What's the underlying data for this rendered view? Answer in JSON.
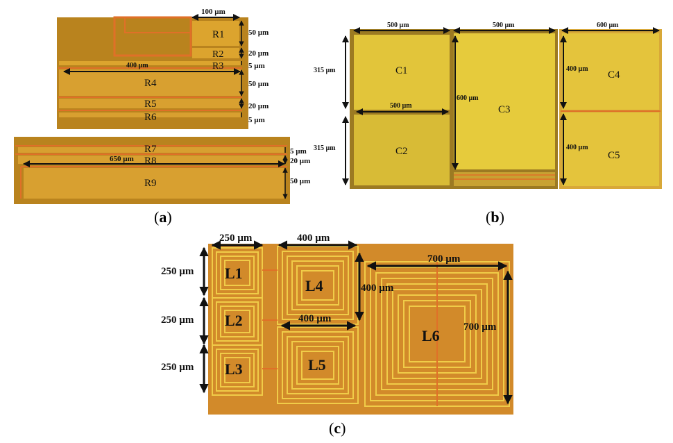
{
  "panel_a": {
    "caption": "a",
    "dims": {
      "r1_width": "100 µm",
      "r1_h": "50 µm",
      "r2_h": "20 µm",
      "r3_h": "5 µm",
      "r4_width": "400 µm",
      "r4_h": "50 µm",
      "r5_h": "20 µm",
      "r6_h": "5 µm",
      "r7_h": "5 µm",
      "r8_width": "650 µm",
      "r8_h": "20 µm",
      "r9_h": "50 µm"
    },
    "labels": [
      "R1",
      "R2",
      "R3",
      "R4",
      "R5",
      "R6",
      "R7",
      "R8",
      "R9"
    ]
  },
  "panel_b": {
    "caption": "b",
    "dims": {
      "c1_width": "500 µm",
      "c3_width": "500 µm",
      "c45_width": "600 µm",
      "c1_h": "315 µm",
      "c2_width": "500 µm",
      "c3_h": "600 µm",
      "c4_h": "400 µm",
      "c2_h": "315 µm",
      "c5_h": "400 µm"
    },
    "labels": [
      "C1",
      "C2",
      "C3",
      "C4",
      "C5"
    ]
  },
  "panel_c": {
    "caption": "c",
    "dims": {
      "l1_width": "250 µm",
      "l4_width": "400 µm",
      "l1_h": "250 µm",
      "l2_h": "250 µm",
      "l3_h": "250 µm",
      "l4_h": "400 µm",
      "l5_width": "400 µm",
      "l6_width": "700 µm",
      "l6_h": "700 µm"
    },
    "labels": [
      "L1",
      "L2",
      "L3",
      "L4",
      "L5",
      "L6"
    ]
  },
  "colors": {
    "chip_bg": "#c8901e",
    "metal": "#d9a830",
    "trace": "#e0702a",
    "bright_yellow": "#e6c938",
    "dark": "#111111"
  }
}
